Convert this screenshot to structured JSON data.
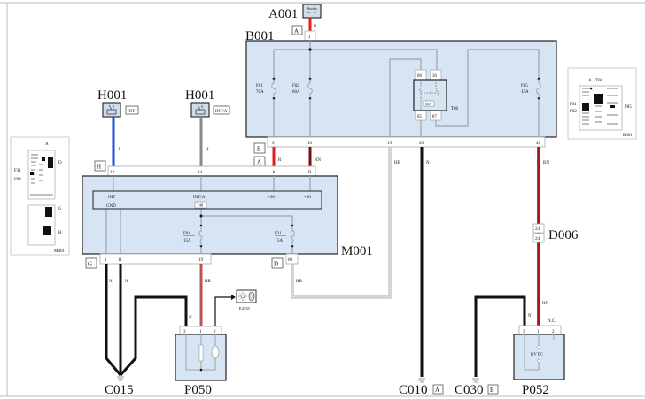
{
  "components": {
    "A001": {
      "label": "A001",
      "connector": "A",
      "pin": "1",
      "wire": "R"
    },
    "B001": {
      "label": "B001",
      "fuses": [
        {
          "name": "F01",
          "rating": "70A"
        },
        {
          "name": "F02",
          "rating": "60A"
        },
        {
          "name": "F85",
          "rating": "15A"
        }
      ],
      "relay": {
        "name": "T08",
        "rating": "30A",
        "pins": [
          "86",
          "30",
          "85",
          "87"
        ]
      },
      "pins": [
        "9",
        "10",
        "19",
        "20",
        "40"
      ],
      "connectors": [
        "B",
        "A"
      ],
      "inset": {
        "title": "B001",
        "labels": [
          "A",
          "T08",
          "F01",
          "F02",
          "F85"
        ]
      }
    },
    "H001_int": {
      "label": "H001",
      "tag": "INT",
      "wire": "L",
      "connector": "H",
      "pin": "12"
    },
    "H001_inta": {
      "label": "H001",
      "tag": "INT/A",
      "wire": "H",
      "pin": "24"
    },
    "M001": {
      "label": "M001",
      "top_pins": [
        "A",
        "B"
      ],
      "inner": {
        "int": "INT",
        "gnd": "GND",
        "inta": "INT/A",
        "t40": "T40",
        "p30a": "+30",
        "p30b": "+30"
      },
      "fuses": [
        {
          "name": "F94",
          "rating": "15A"
        },
        {
          "name": "F31",
          "rating": "5A"
        }
      ],
      "bottom_pins": [
        "1",
        "11",
        "19",
        "60"
      ],
      "connectors": [
        "G",
        "D"
      ],
      "inset": {
        "title": "M001",
        "labels": [
          "A",
          "D",
          "F31",
          "F94",
          "G",
          "H"
        ]
      }
    },
    "wires": {
      "r": "R",
      "rn": "RN",
      "hb": "HB",
      "n": "N",
      "rn2": "RN",
      "hr": "HR",
      "hb2": "HB",
      "n1": "N",
      "n2": "N",
      "n3": "N",
      "rn3": "RN",
      "n4": "N"
    },
    "D006": {
      "label": "D006",
      "pins": [
        "24",
        "24"
      ]
    },
    "E2535": {
      "label": "E2535"
    },
    "P050": {
      "label": "P050",
      "pins": [
        "3",
        "1",
        "2"
      ]
    },
    "P052": {
      "label": "P052",
      "pins": [
        "3",
        "1",
        "2"
      ],
      "nc": "N.C.",
      "voltage": "12V DC"
    },
    "C015": {
      "label": "C015"
    },
    "C010": {
      "label": "C010",
      "connector": "A"
    },
    "C030": {
      "label": "C030",
      "connector": "B"
    }
  },
  "colors": {
    "R": "#e02020",
    "RN": "#7a0e0e",
    "L": "#1a4fe0",
    "H": "#8a8a8a",
    "N": "#111111",
    "HR": "#c05050",
    "HB": "#b0b0b0",
    "module_fill": "#d6e4f3"
  }
}
